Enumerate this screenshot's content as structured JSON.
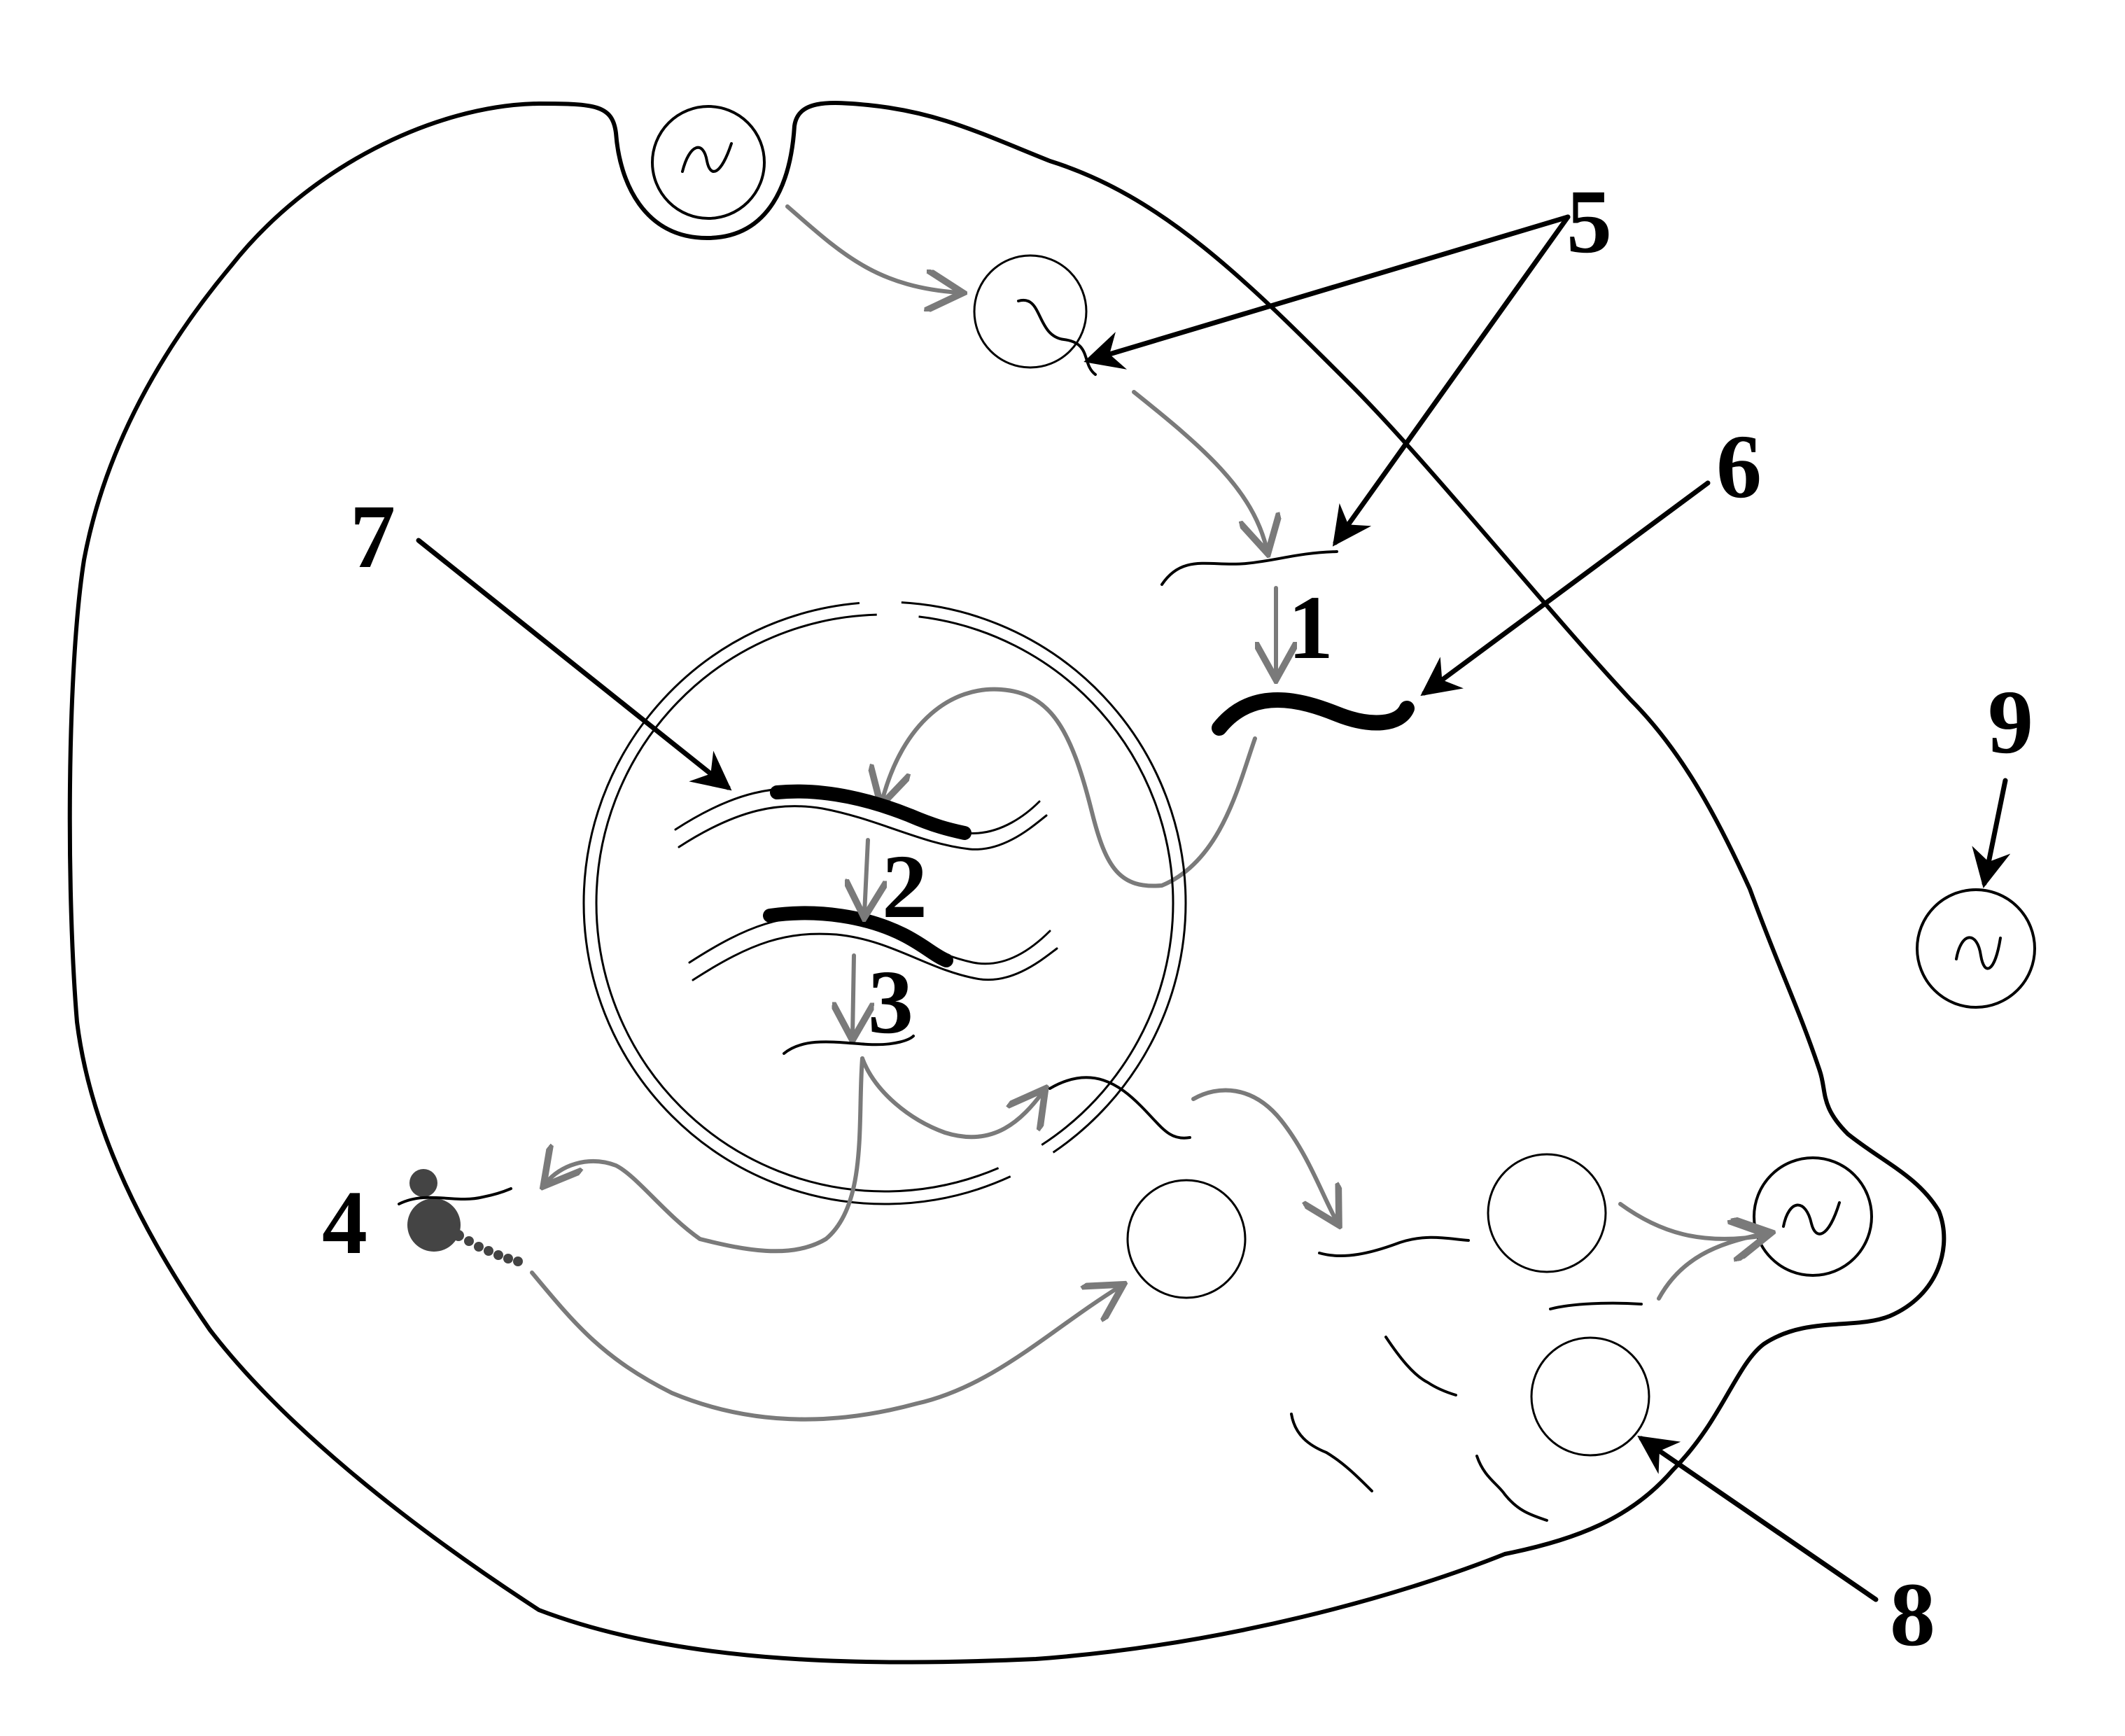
{
  "labels": {
    "l1": "1",
    "l2": "2",
    "l3": "3",
    "l4": "4",
    "l5": "5",
    "l6": "6",
    "l7": "7",
    "l8": "8",
    "l9": "9"
  },
  "colors": {
    "outline": "#000000",
    "flow_arrows": "#7a7a7a",
    "ribosome": "#444444"
  }
}
